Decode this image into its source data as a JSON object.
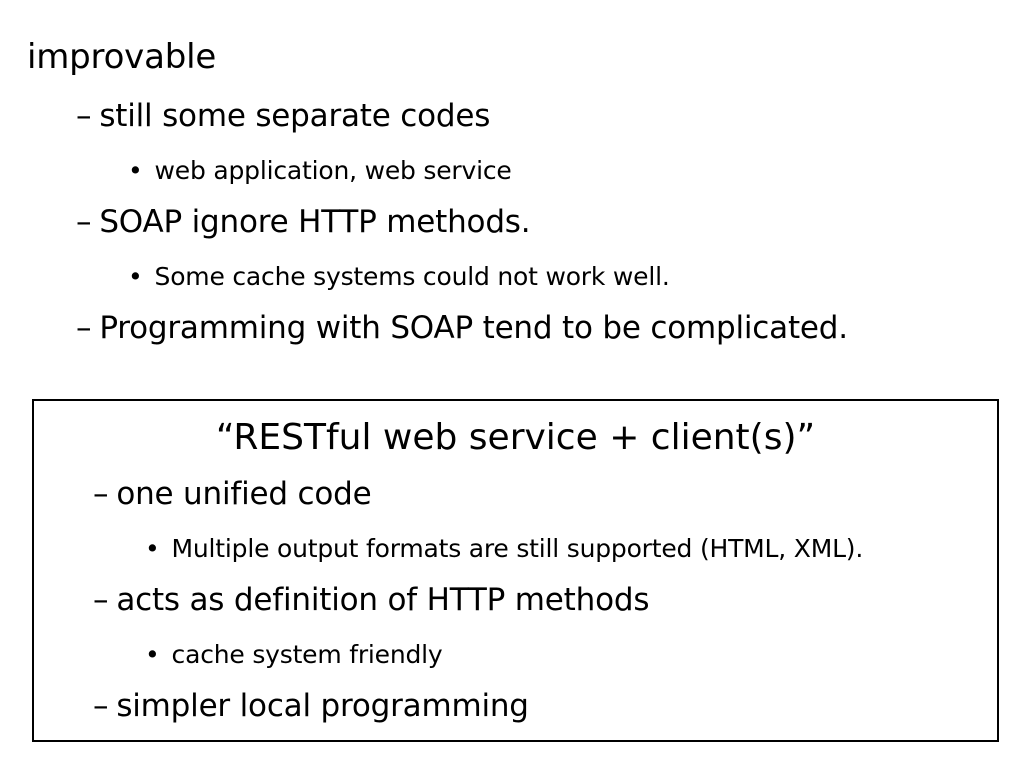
{
  "slide": {
    "heading": "improvable",
    "points": [
      {
        "text": "still some separate codes",
        "sub": "web application, web service"
      },
      {
        "text": "SOAP ignore HTTP methods.",
        "sub": "Some cache systems could not work well."
      },
      {
        "text": "Programming with SOAP tend to be complicated."
      }
    ],
    "box": {
      "title": "“RESTful web service + client(s)”",
      "points": [
        {
          "text": "one unified code",
          "sub": "Multiple output formats are still supported (HTML, XML)."
        },
        {
          "text": "acts as definition of HTTP methods",
          "sub": "cache system friendly"
        },
        {
          "text": "simpler local programming"
        }
      ]
    },
    "markers": {
      "dash": "–",
      "bullet": "•"
    }
  }
}
